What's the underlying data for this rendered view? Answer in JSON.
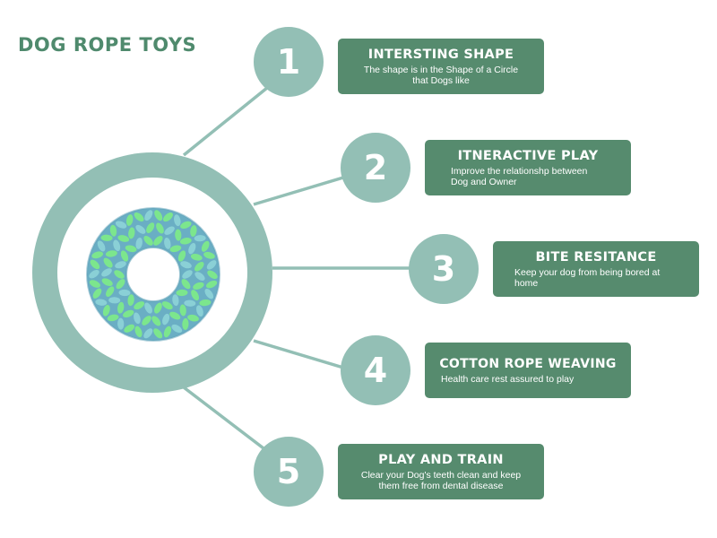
{
  "title": "DOG ROPE TOYS",
  "colors": {
    "title": "#4f8a6d",
    "card": "#568b6e",
    "badge": "#93bfb5",
    "toy_green": "#7ce68d",
    "toy_blue": "#6aaec4"
  },
  "image": {
    "subject": "green and blue braided ring rope dog toy",
    "icon": "rope-ring-icon"
  },
  "steps": [
    {
      "number": "1",
      "heading": "INTERSTING SHAPE",
      "description": "The shape is in the Shape of a Circle that Dogs like"
    },
    {
      "number": "2",
      "heading": "ITNERACTIVE PLAY",
      "description": "Improve the relationshp between Dog and Owner"
    },
    {
      "number": "3",
      "heading": "BITE RESITANCE",
      "description": "Keep your dog from being bored at home"
    },
    {
      "number": "4",
      "heading": "COTTON ROPE WEAVING",
      "description": "Health care rest assured to play"
    },
    {
      "number": "5",
      "heading": "PLAY AND TRAIN",
      "description": "Clear your Dog's teeth clean and keep them free from dental disease"
    }
  ]
}
